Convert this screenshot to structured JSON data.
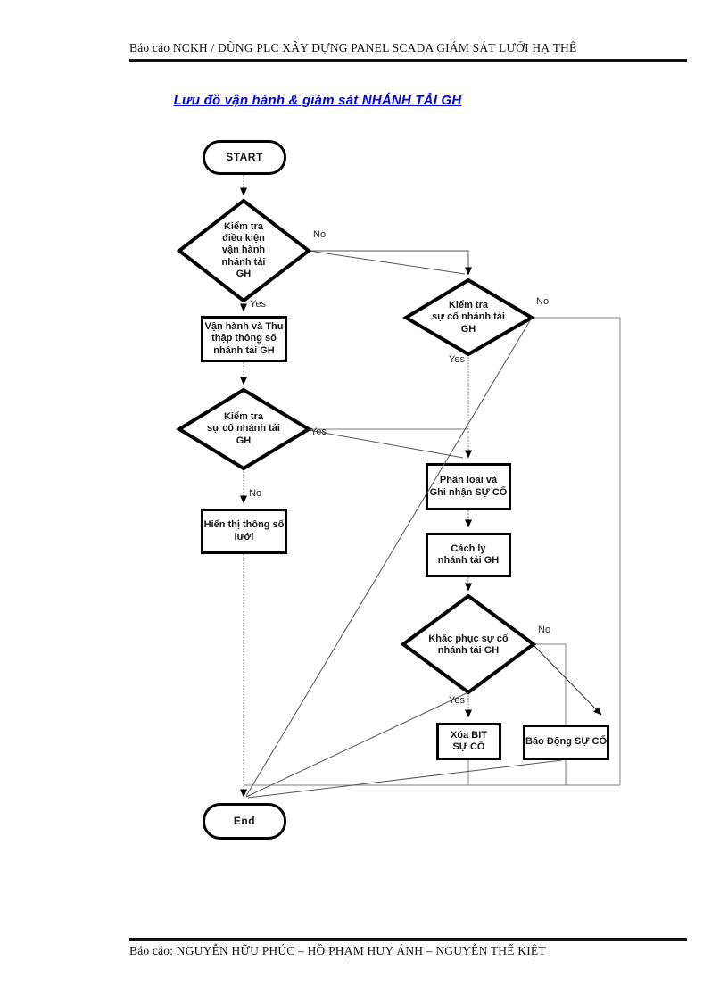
{
  "page": {
    "header_text": "Báo cáo NCKH / DÙNG PLC XÂY DỰNG PANEL SCADA GIÁM SÁT LƯỚI HẠ THẾ",
    "title": "Lưu đồ vận hành & giám sát NHÁNH TẢI GH",
    "title_color": "#0000f0",
    "footer_text": "Báo cáo: NGUYỄN HỮU PHÚC – HỒ PHẠM HUY ÁNH – NGUYỄN THẾ KIỆT"
  },
  "flowchart": {
    "nodes": {
      "start": {
        "type": "terminator",
        "label": "START"
      },
      "check_conditions": {
        "type": "decision",
        "label": "Kiểm tra\nđiều kiện\nvận hành\nnhánh tải\nGH"
      },
      "operate_collect": {
        "type": "process",
        "label": "Vận hành và Thu\nthập thông số\nnhánh tải GH"
      },
      "check_fault_left": {
        "type": "decision",
        "label": "Kiểm tra\nsự cố nhánh tải\nGH"
      },
      "display_params": {
        "type": "process",
        "label": "Hiển thị thông số\nlưới"
      },
      "check_fault_right": {
        "type": "decision",
        "label": "Kiểm tra\nsự cố nhánh tải\nGH"
      },
      "classify_record": {
        "type": "process",
        "label": "Phân loại và\nGhi nhận SỰ CỐ"
      },
      "isolate_branch": {
        "type": "process",
        "label": "Cách ly\nnhánh tải GH"
      },
      "fix_fault": {
        "type": "decision",
        "label": "Khắc phục sự cố\nnhánh tải GH"
      },
      "clear_bit": {
        "type": "process",
        "label": "Xóa BIT\nSỰ CỐ"
      },
      "alarm": {
        "type": "process",
        "label": "Báo Động SỰ CỐ"
      },
      "end": {
        "type": "terminator",
        "label": "End"
      }
    },
    "edge_labels": {
      "cond_no": "No",
      "cond_yes": "Yes",
      "fault_left_yes": "Yes",
      "fault_left_no": "No",
      "fault_right_no": "No",
      "fault_right_yes": "Yes",
      "fix_no": "No",
      "fix_yes": "Yes"
    }
  }
}
